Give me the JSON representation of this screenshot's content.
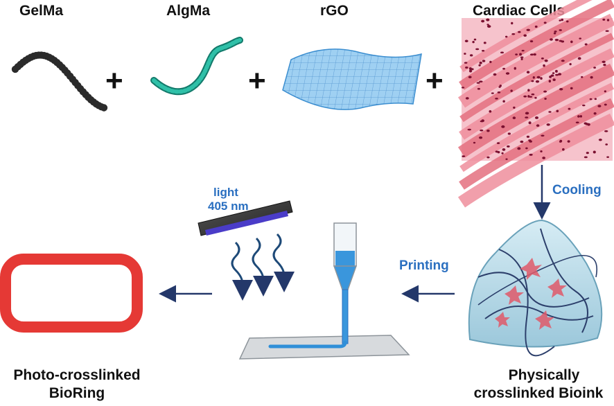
{
  "labels": {
    "gelma": "GelMa",
    "algma": "AlgMa",
    "rgo": "rGO",
    "cardiac_cells": "Cardiac Cells",
    "cooling": "Cooling",
    "printing": "Printing",
    "light_line1": "light",
    "light_line2": "405 nm",
    "bioink_line1": "Physically",
    "bioink_line2": "crosslinked Bioink",
    "bioring_line1": "Photo-crosslinked",
    "bioring_line2": "BioRing"
  },
  "symbols": {
    "plus": "+"
  },
  "colors": {
    "gelma": "#2b2b2b",
    "algma": "#1fa38f",
    "rgo": "#5aa8e0",
    "tissue": "#f0a0ac",
    "nuclei": "#7a1030",
    "arrow": "#24386a",
    "accent_text": "#2a6fc0",
    "bioring": "#e53935",
    "ink": "#2f8fd8"
  }
}
